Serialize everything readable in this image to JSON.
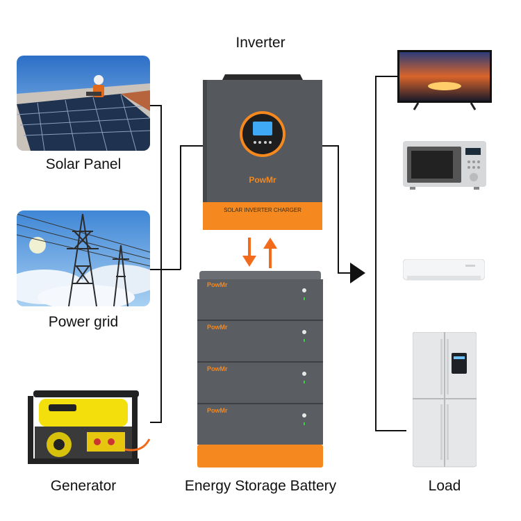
{
  "labels": {
    "inverter": "Inverter",
    "solar_panel": "Solar Panel",
    "power_grid": "Power grid",
    "generator": "Generator",
    "battery": "Energy Storage Battery",
    "load": "Load"
  },
  "inverter_device": {
    "brand": "PowMr",
    "band_text": "SOLAR INVERTER CHARGER"
  },
  "battery_device": {
    "brand": "PowMr",
    "module_count": 4
  },
  "colors": {
    "accent": "#f5891f",
    "device_body": "#5a5d61",
    "line": "#111111"
  },
  "load_items": [
    "tv-icon",
    "microwave-icon",
    "air-conditioner-icon",
    "refrigerator-icon"
  ]
}
